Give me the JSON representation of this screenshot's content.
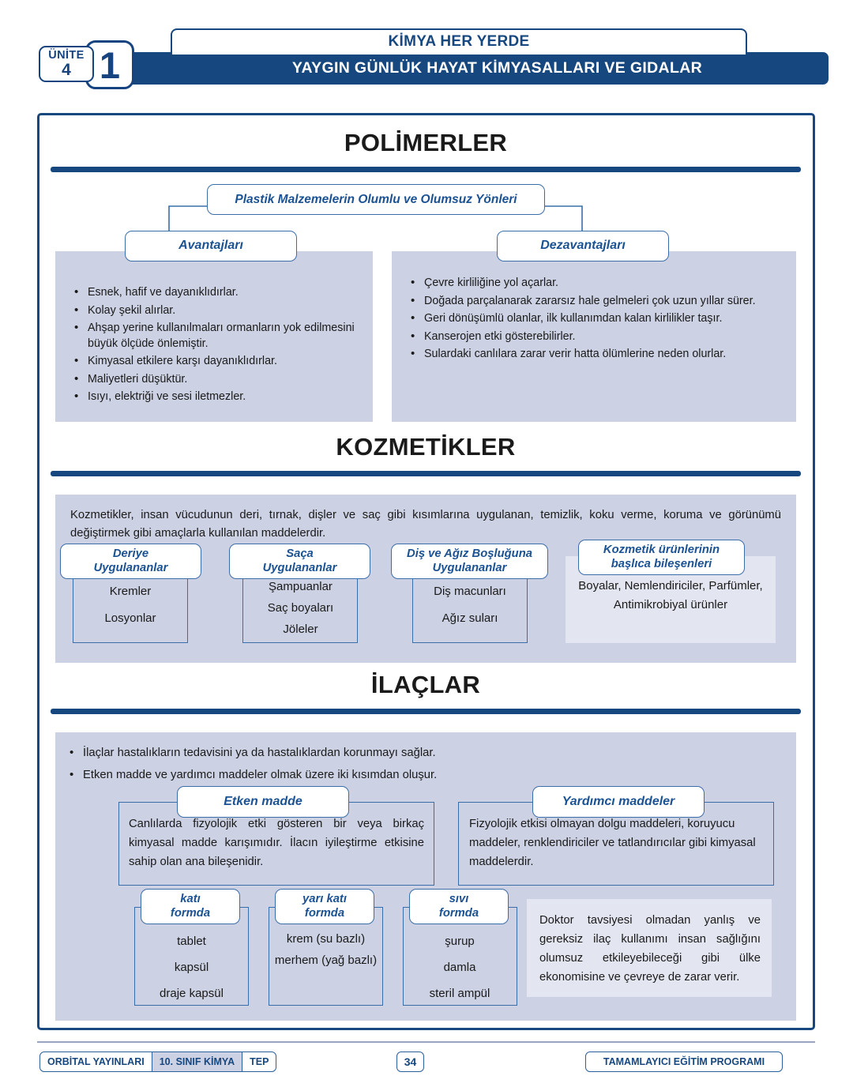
{
  "header": {
    "unit_word": "ÜNİTE",
    "unit_number_small": "4",
    "chapter_number": "1",
    "white_title": "KİMYA HER YERDE",
    "blue_title": "YAYGIN GÜNLÜK HAYAT KİMYASALLARI VE GIDALAR"
  },
  "polimerler": {
    "title": "POLİMERLER",
    "diagram_root": "Plastik Malzemelerin Olumlu ve Olumsuz Yönleri",
    "advantages_label": "Avantajları",
    "disadvantages_label": "Dezavantajları",
    "advantages": [
      "Esnek, hafif ve dayanıklıdırlar.",
      "Kolay şekil alırlar.",
      "Ahşap yerine kullanılmaları ormanların yok edilmesini büyük ölçüde önlemiştir.",
      "Kimyasal etkilere karşı dayanıklıdırlar.",
      "Maliyetleri düşüktür.",
      "Isıyı, elektriği ve sesi iletmezler."
    ],
    "disadvantages": [
      "Çevre kirliliğine yol açarlar.",
      "Doğada parçalanarak zararsız hale gelmeleri çok uzun yıllar sürer.",
      "Geri dönüşümlü olanlar, ilk kullanımdan kalan kirlilikler taşır.",
      "Kanserojen etki gösterebilirler.",
      "Sulardaki canlılara zarar verir hatta ölümlerine neden olurlar."
    ]
  },
  "kozmetikler": {
    "title": "KOZMETİKLER",
    "intro": "Kozmetikler, insan vücudunun deri, tırnak, dişler ve saç gibi kısımlarına uygulanan, temizlik, koku verme, koruma ve görünümü değiştirmek gibi amaçlarla kullanılan maddelerdir.",
    "categories": [
      {
        "label": "Deriye\nUygulananlar",
        "items": [
          "Kremler",
          "Losyonlar"
        ]
      },
      {
        "label": "Saça\nUygulananlar",
        "items": [
          "Şampuanlar",
          "Saç boyaları",
          "Jöleler"
        ]
      },
      {
        "label": "Diş ve Ağız Boşluğuna\nUygulananlar",
        "items": [
          "Diş macunları",
          "Ağız suları"
        ]
      }
    ],
    "components_label": "Kozmetik ürünlerinin\nbaşlıca bileşenleri",
    "components_text": "Boyalar, Nemlendiriciler, Parfümler, Antimikrobiyal ürünler"
  },
  "ilaclar": {
    "title": "İLAÇLAR",
    "bullets": [
      "İlaçlar hastalıkların tedavisini ya da hastalıklardan korunmayı sağlar.",
      "Etken madde ve yardımcı maddeler olmak üzere iki kısımdan oluşur."
    ],
    "etken_madde_label": "Etken madde",
    "etken_madde_text": "Canlılarda fizyolojik etki gösteren bir veya birkaç kimyasal madde karışımıdır. İlacın iyileştirme etkisine sahip olan ana bileşenidir.",
    "yardimci_label": "Yardımcı maddeler",
    "yardimci_text": "Fizyolojik etkisi olmayan dolgu maddeleri, koruyucu maddeler, renklendiriciler ve tatlandırıcılar gibi kimyasal maddelerdir.",
    "forms": [
      {
        "label": "katı\nformda",
        "items": [
          "tablet",
          "kapsül",
          "draje kapsül"
        ]
      },
      {
        "label": "yarı katı\nformda",
        "items": [
          "krem (su bazlı)",
          "merhem (yağ bazlı)"
        ]
      },
      {
        "label": "sıvı\nformda",
        "items": [
          "şurup",
          "damla",
          "steril ampül"
        ]
      }
    ],
    "warning_text": "Doktor tavsiyesi olmadan yanlış ve gereksiz ilaç kullanımı insan sağlığını olumsuz etkileyebileceği gibi ülke ekonomisine ve çevreye de zarar verir."
  },
  "footer": {
    "publisher": "ORBİTAL YAYINLARI",
    "course": "10. SINIF KİMYA",
    "program_short": "TEP",
    "page_number": "34",
    "program_long": "TAMAMLAYICI EĞİTİM PROGRAMI"
  },
  "colors": {
    "brand_blue": "#16477f",
    "panel": "#ccd1e3",
    "label_blue": "#1b5293",
    "outline_blue": "#3b6ea8"
  }
}
